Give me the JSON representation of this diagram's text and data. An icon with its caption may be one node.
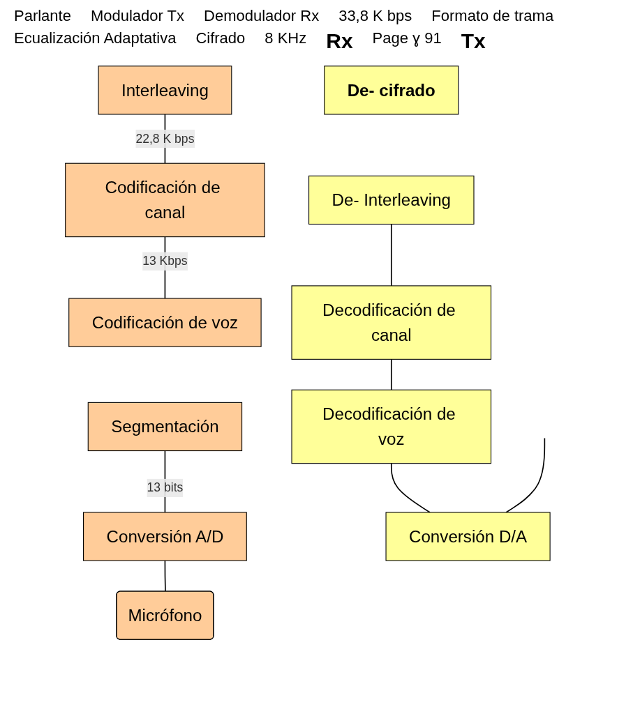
{
  "diagram": {
    "nodes": [
      {
        "text": [
          "Interleaving"
        ]
      },
      {
        "text": [
          "De- cifrado"
        ]
      },
      {
        "text": [
          "De- Interleaving"
        ]
      },
      {
        "text": [
          "Codificación de canal"
        ]
      },
      {
        "text": [
          "Decodificación de canal"
        ]
      },
      {
        "text": [
          "Codificación de voz"
        ]
      },
      {
        "text": [
          "Decodificación de voz"
        ]
      },
      {
        "text": [
          "Segmentación"
        ]
      },
      {
        "text": [
          "Conversión A/D"
        ]
      },
      {
        "text": [
          "Conversión D/A"
        ]
      },
      {
        "text": [
          "Micrófono"
        ]
      }
    ],
    "edges": [
      {
        "from": 0,
        "to": 3,
        "arrow": "none",
        "label": "22,8 K bps"
      },
      {
        "from": 3,
        "to": 5,
        "arrow": "none",
        "label": "13 Kbps"
      },
      {
        "from": 7,
        "to": 8,
        "arrow": "none",
        "label": "13 bits"
      },
      {
        "from": 8,
        "to": 10,
        "arrow": "none"
      },
      {
        "from": 2,
        "to": 4,
        "arrow": "none"
      },
      {
        "from": 4,
        "to": 6,
        "arrow": "none"
      },
      {
        "from": 6,
        "to": 9,
        "arrow": "none"
      },
      {
        "from": null,
        "to": 9,
        "arrow": "none"
      }
    ],
    "labels": [
      "Parlante",
      "Modulador Tx",
      "Demodulador Rx",
      "33,8 K bps",
      "Formato de trama",
      "Ecualización Adaptativa",
      "Cifrado",
      "8 KHz",
      "Rx",
      "Page ɣ 91",
      "Tx"
    ]
  }
}
